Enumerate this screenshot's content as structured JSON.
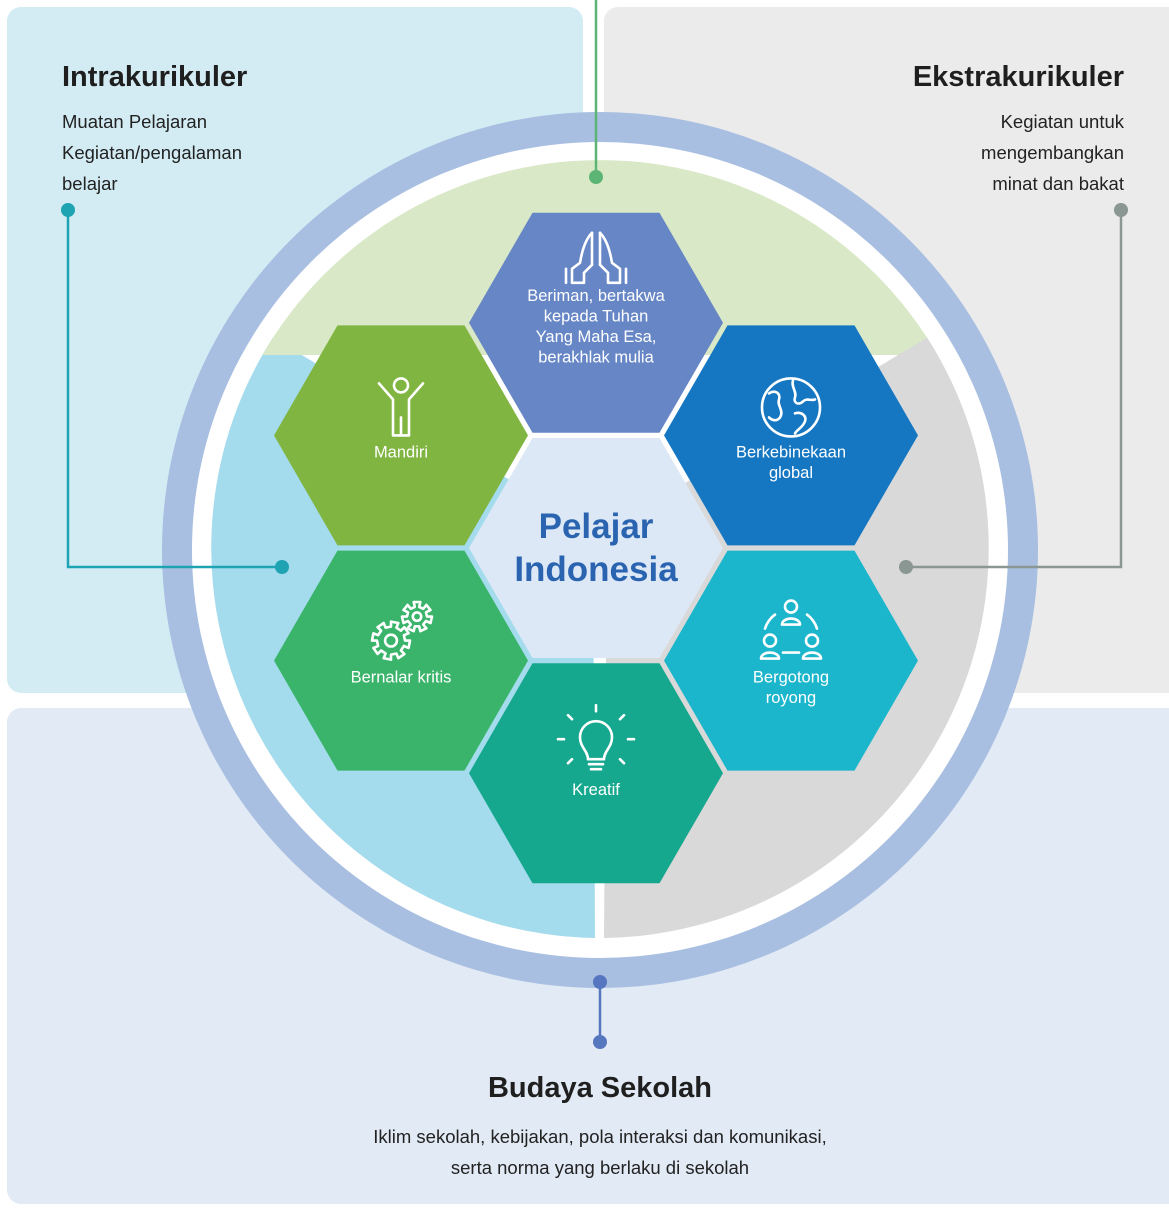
{
  "colors": {
    "intrakurikuler_bg": "#d3ecf4",
    "ekstrakurikuler_bg": "#ebebeb",
    "budaya_bg": "#e2eaf5",
    "outer_ring": "#a8bfe1",
    "sector_top": "#d9e8c6",
    "sector_left": "#a4dced",
    "sector_right": "#d9d9d9",
    "center_hex": "#dde8f6",
    "center_text": "#2a64b0",
    "connector_teal": "#1ea3b2",
    "connector_green": "#5cb575",
    "connector_gray": "#8a9792",
    "connector_blue": "#5677bf"
  },
  "intrakurikuler": {
    "title": "Intrakurikuler",
    "lines": [
      "Muatan Pelajaran",
      "Kegiatan/pengalaman",
      "belajar"
    ]
  },
  "ekstrakurikuler": {
    "title": "Ekstrakurikuler",
    "lines": [
      "Kegiatan untuk",
      "mengembangkan",
      "minat dan bakat"
    ]
  },
  "budaya_sekolah": {
    "title": "Budaya Sekolah",
    "lines": [
      "Iklim sekolah, kebijakan, pola interaksi dan komunikasi,",
      "serta norma yang berlaku di sekolah"
    ]
  },
  "center": {
    "lines": [
      "Pelajar",
      "Indonesia"
    ]
  },
  "hexagons": [
    {
      "id": "beriman",
      "icon": "praying-hands-icon",
      "color": "#6686c6",
      "lines": [
        "Beriman, bertakwa",
        "kepada Tuhan",
        "Yang Maha Esa,",
        "berakhlak mulia"
      ]
    },
    {
      "id": "berkebinekaan",
      "icon": "globe-icon",
      "color": "#1577c2",
      "lines": [
        "Berkebinekaan",
        "global"
      ]
    },
    {
      "id": "bergotong",
      "icon": "people-cycle-icon",
      "color": "#1bb5cc",
      "lines": [
        "Bergotong",
        "royong"
      ]
    },
    {
      "id": "kreatif",
      "icon": "lightbulb-icon",
      "color": "#16a88e",
      "lines": [
        "Kreatif"
      ]
    },
    {
      "id": "bernalar",
      "icon": "gears-icon",
      "color": "#3ab46a",
      "lines": [
        "Bernalar kritis"
      ]
    },
    {
      "id": "mandiri",
      "icon": "person-arms-up-icon",
      "color": "#80b541",
      "lines": [
        "Mandiri"
      ]
    }
  ]
}
